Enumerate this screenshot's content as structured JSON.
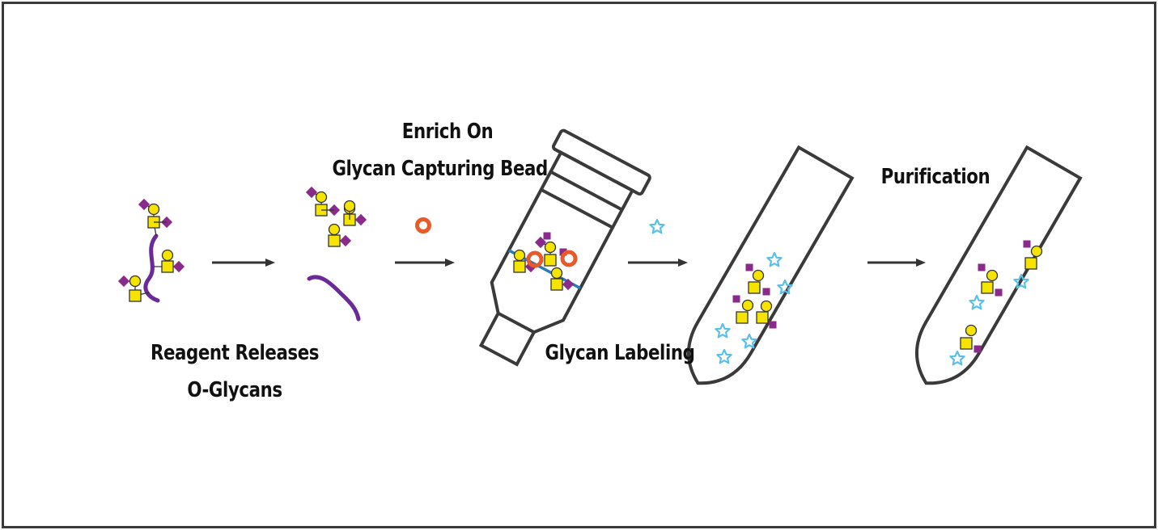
{
  "labels": {
    "enrich_line1": "Enrich On",
    "enrich_line2": "Glycan Capturing Bead",
    "release_line1": "Reagent Releases",
    "release_line2": "O-Glycans",
    "labeling": "Glycan Labeling",
    "purification": "Purification"
  },
  "colors": {
    "outline": "#3a3a3a",
    "peptide": "#6a2a9a",
    "galactose": "#f5e400",
    "galnac": "#f5e400",
    "sialic": "#8a2a8a",
    "bead": "#e85a2a",
    "label_star": "#5bc0e8",
    "frit": "#2a7ab8"
  },
  "icons": [
    "arrow-icon",
    "bead-icon",
    "star-icon",
    "tube-icon",
    "spin-column-icon"
  ]
}
